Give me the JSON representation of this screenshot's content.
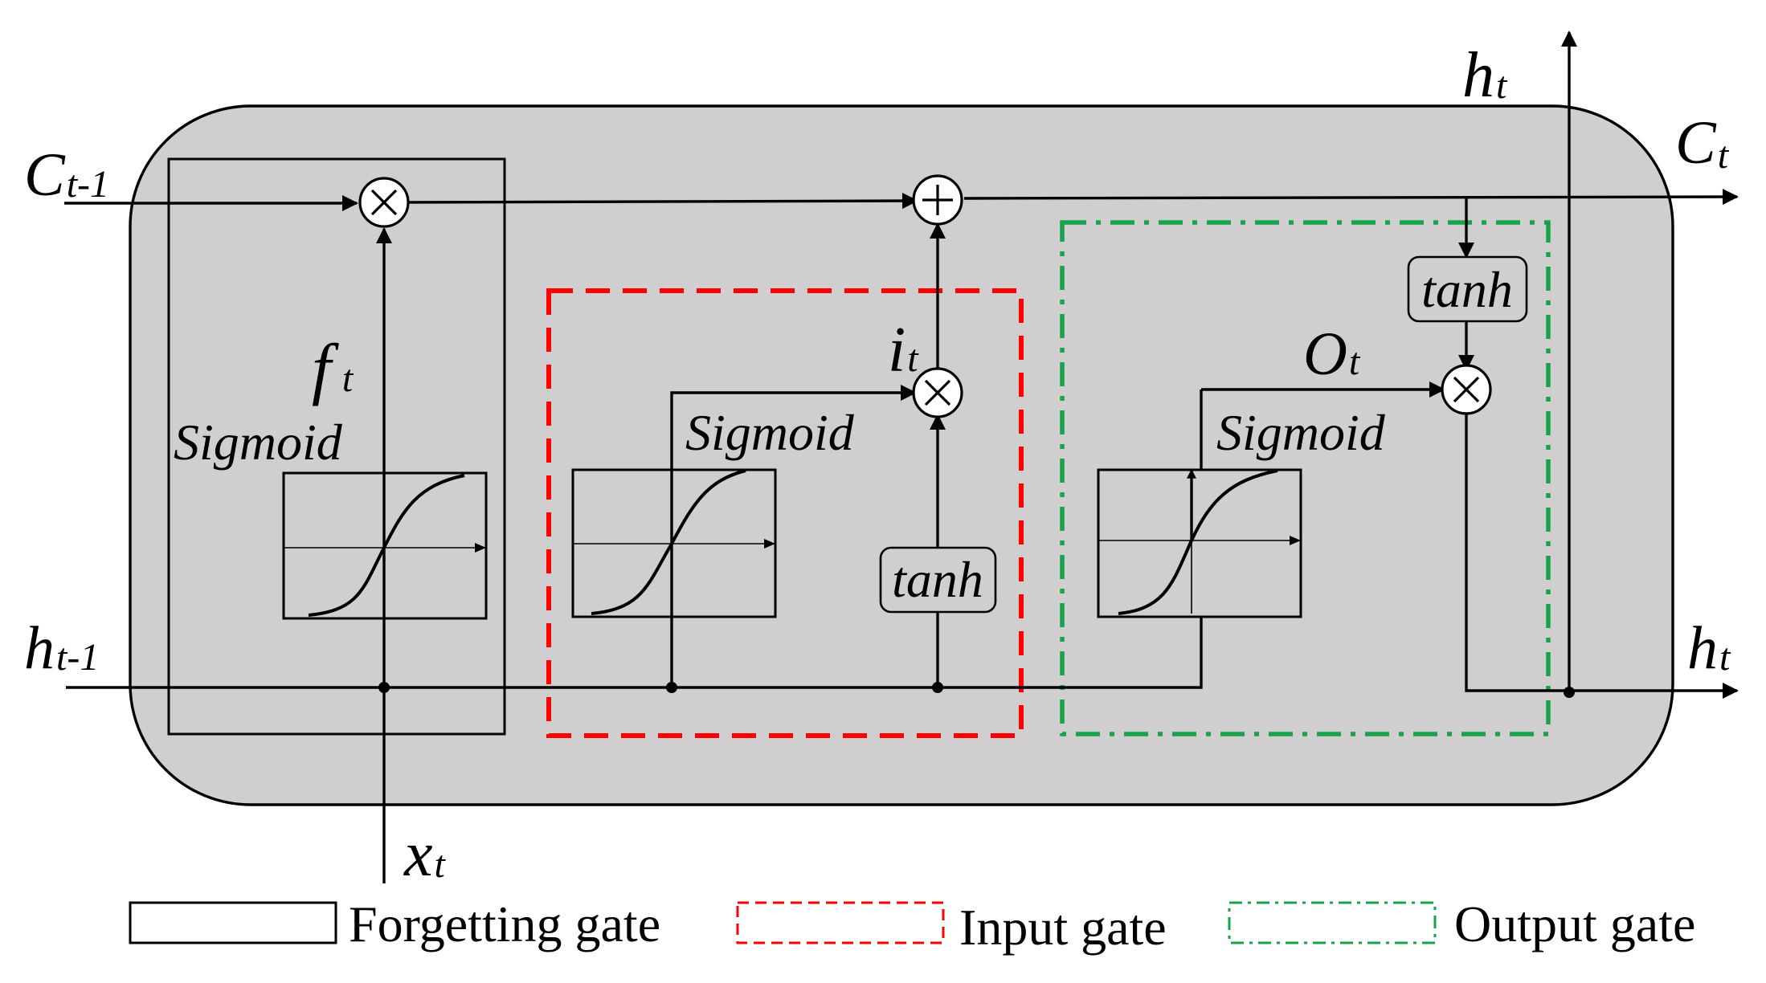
{
  "labels": {
    "c_prev_main": "C",
    "c_prev_sub": "t-1",
    "c_t_main": "C",
    "c_t_sub": "t",
    "h_top_main": "h",
    "h_top_sub": "t",
    "h_prev_main": "h",
    "h_prev_sub": "t-1",
    "h_out_main": "h",
    "h_out_sub": "t",
    "x_main": "x",
    "x_sub": "t",
    "f_main": "f",
    "f_sub": "t",
    "i_main": "i",
    "i_sub": "t",
    "o_main": "O",
    "o_sub": "t",
    "sigmoid_forget": "Sigmoid",
    "sigmoid_input": "Sigmoid",
    "sigmoid_output": "Sigmoid",
    "tanh_input": "tanh",
    "tanh_output": "tanh"
  },
  "legend": {
    "forget": "Forgetting gate",
    "input": "Input gate",
    "output": "Output gate"
  },
  "colors": {
    "cell_fill": "#d0cecf",
    "input_gate": "#ff0000",
    "output_gate": "#17a34a",
    "line": "#000000"
  }
}
